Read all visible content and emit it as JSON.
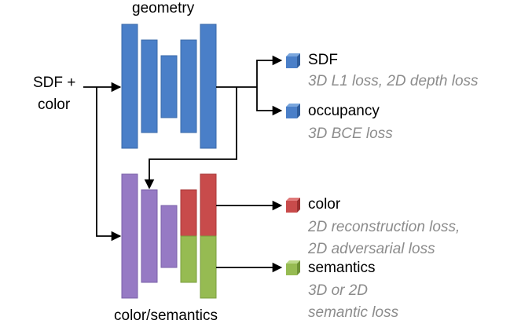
{
  "labels": {
    "geometry": "geometry",
    "input_line1": "SDF +",
    "input_line2": "color",
    "color_semantics": "color/semantics"
  },
  "outputs": {
    "sdf": {
      "name": "SDF",
      "loss": "3D L1 loss, 2D depth loss"
    },
    "occupancy": {
      "name": "occupancy",
      "loss": "3D BCE loss"
    },
    "color": {
      "name": "color",
      "loss_line1": "2D reconstruction loss,",
      "loss_line2": "2D adversarial loss"
    },
    "semantics": {
      "name": "semantics",
      "loss_line1": "3D or 2D",
      "loss_line2": "semantic loss"
    }
  },
  "colors": {
    "geometry_block": "#4a7fc8",
    "color_semantics_block": "#967ac4",
    "color_head": "#c84b4b",
    "semantics_head": "#96bb52",
    "loss_text": "#8c8c8c"
  }
}
